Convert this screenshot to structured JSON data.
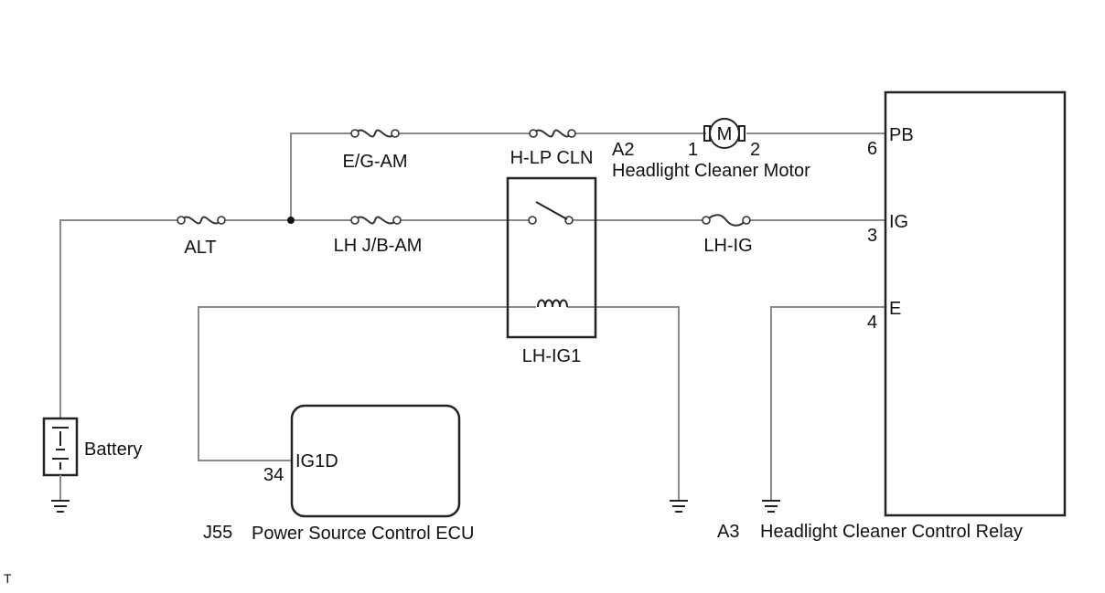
{
  "fuses": {
    "eg_am": "E/G-AM",
    "hlp_cln": "H-LP CLN",
    "alt": "ALT",
    "lh_jb_am": "LH J/B-AM",
    "lh_ig": "LH-IG"
  },
  "motor": {
    "connector": "A2",
    "name": "Headlight Cleaner Motor",
    "symbol": "M",
    "pin_in": "1",
    "pin_out": "2"
  },
  "relay_lh_ig1": {
    "name": "LH-IG1"
  },
  "control_relay": {
    "connector": "A3",
    "name": "Headlight Cleaner Control Relay",
    "pins": [
      {
        "num": "6",
        "label": "PB"
      },
      {
        "num": "3",
        "label": "IG"
      },
      {
        "num": "4",
        "label": "E"
      }
    ]
  },
  "battery": {
    "label": "Battery"
  },
  "ecu": {
    "connector": "J55",
    "name": "Power Source Control ECU",
    "pin_num": "34",
    "pin_label": "IG1D"
  },
  "corner_mark": "T"
}
